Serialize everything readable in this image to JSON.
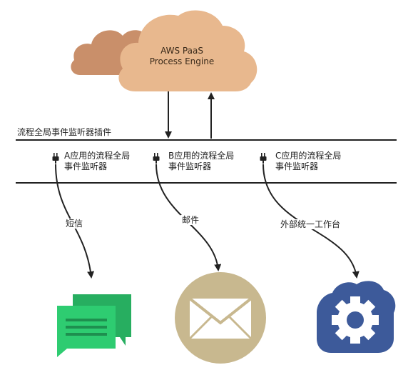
{
  "engine": {
    "line1": "AWS PaaS",
    "line2": "Process Engine"
  },
  "plugin_bar": {
    "title": "流程全局事件监听器插件"
  },
  "listeners": [
    {
      "line1": "A应用的流程全局",
      "line2": "事件监听器"
    },
    {
      "line1": "B应用的流程全局",
      "line2": "事件监听器"
    },
    {
      "line1": "C应用的流程全局",
      "line2": "事件监听器"
    }
  ],
  "channels": [
    {
      "label": "短信",
      "icon": "sms-chat-icon",
      "color": "#2ecc71"
    },
    {
      "label": "邮件",
      "icon": "mail-envelope-icon",
      "color": "#c8b88f"
    },
    {
      "label": "外部统一工作台",
      "icon": "workbench-gear-icon",
      "color": "#3d5a9a"
    }
  ],
  "colors": {
    "cloud_front": "#e8b88e",
    "cloud_back": "#c98f6a",
    "line": "#222222"
  }
}
